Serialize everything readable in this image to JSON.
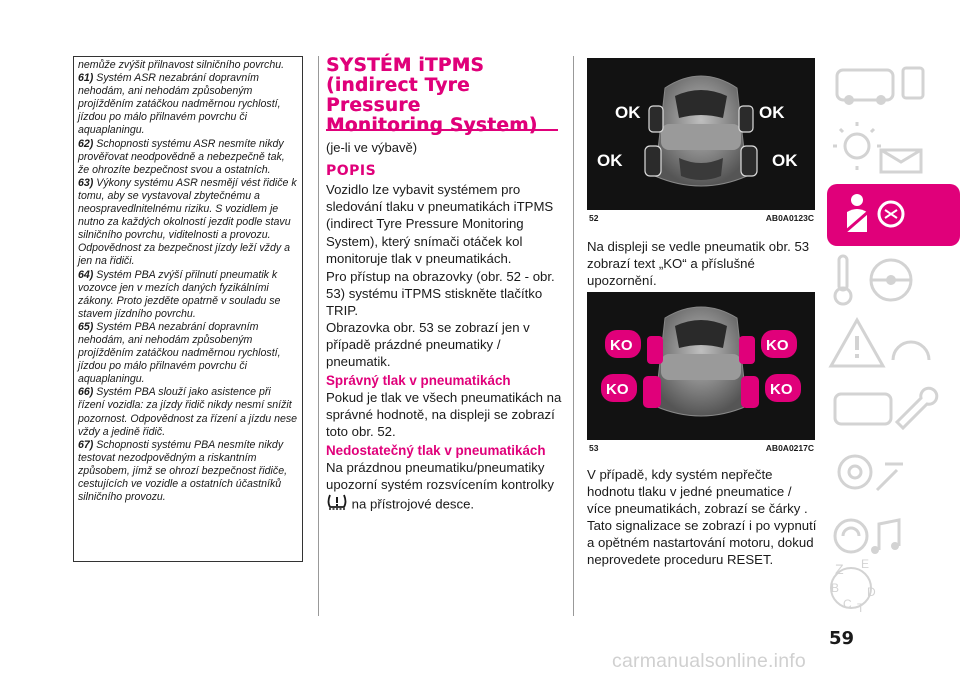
{
  "notes": [
    {
      "num": "",
      "text": "nemůže zvýšit přilnavost silničního povrchu."
    },
    {
      "num": "61)",
      "text": "Systém ASR nezabrání dopravním nehodám, ani nehodám způsobeným projížděním zatáčkou nadměrnou rychlostí, jízdou po málo přilnavém povrchu či aquaplaningu."
    },
    {
      "num": "62)",
      "text": "Schopnosti systému ASR nesmíte nikdy prověřovat neodpovědně a nebezpečně tak, že ohrozíte bezpečnost svou a ostatních."
    },
    {
      "num": "63)",
      "text": "Výkony systému ASR nesmějí vést řidiče k tomu, aby se vystavoval zbytečnému a neospravedlnitelnému riziku. S vozidlem je nutno za každých okolností jezdit podle stavu silničního povrchu, viditelnosti a provozu. Odpovědnost za bezpečnost jízdy leží vždy a jen na řidiči."
    },
    {
      "num": "64)",
      "text": "Systém PBA zvýší přilnutí pneumatik k vozovce jen v mezích daných fyzikálními zákony. Proto jezděte opatrně v souladu se stavem jízdního povrchu."
    },
    {
      "num": "65)",
      "text": "Systém PBA nezabrání dopravním nehodám, ani nehodám způsobeným projížděním zatáčkou nadměrnou rychlostí, jízdou po málo přilnavém povrchu či aquaplaningu."
    },
    {
      "num": "66)",
      "text": "Systém PBA slouží jako asistence při řízení vozidla: za jízdy řidič nikdy nesmí snížit pozornost. Odpovědnost za řízení a jízdu nese vždy a jedině řidič."
    },
    {
      "num": "67)",
      "text": "Schopnosti systému PBA nesmíte nikdy testovat nezodpovědným a riskantním způsobem, jímž se ohrozí bezpečnost řidiče, cestujících ve vozidle a ostatních účastníků silničního provozu."
    }
  ],
  "section": {
    "title_lines": [
      "SYSTÉM iTPMS",
      "(indirect Tyre",
      "Pressure",
      "Monitoring System)"
    ],
    "subtitle": "(je-li ve výbavě)",
    "heading_popis": "POPIS",
    "para1": "Vozidlo lze vybavit systémem pro sledování tlaku v pneumatikách iTPMS (indirect Tyre Pressure Monitoring System), který snímači otáček kol monitoruje tlak v pneumatikách.",
    "para2": "Pro přístup na obrazovky (obr. 52 - obr. 53) systému iTPMS stiskněte tlačítko TRIP.",
    "para3": "Obrazovka obr. 53 se zobrazí jen v případě prázdné pneumatiky / pneumatik.",
    "heading_correct": "Správný tlak v pneumatikách",
    "para4": "Pokud je tlak ve všech pneumatikách na správné hodnotě, na displeji se zobrazí toto obr. 52.",
    "heading_low": "Nedostatečný tlak v pneumatikách",
    "para5": "Na prázdnou pneumatiku/pneumatiky upozorní systém rozsvícením kontrolky",
    "para5_end": "na přístrojové desce."
  },
  "figures": [
    {
      "num": "52",
      "code": "AB0A0123C",
      "label": "OK",
      "accent": "#ffffff"
    },
    {
      "num": "53",
      "code": "AB0A0217C",
      "label": "KO",
      "accent": "#e0007a"
    }
  ],
  "right_text": {
    "para1": "Na displeji se vedle pneumatik obr. 53 zobrazí text „KO“ a příslušné upozornění.",
    "para2": "V případě, kdy systém nepřečte hodnotu tlaku v jedné pneumatice / více pneumatikách, zobrazí se čárky .",
    "para3": "Tato signalizace se zobrazí i po vypnutí a opětném nastartování motoru, dokud neprovedete proceduru RESET."
  },
  "sidebar": {
    "icons": [
      "car-info-icon",
      "warning-lights-icon",
      "seatbelt-airbag-icon",
      "steering-key-icon",
      "emergency-icon",
      "maintenance-icon",
      "technical-data-icon",
      "multimedia-icon",
      "index-icon"
    ],
    "active_color": "#e0007a",
    "inactive_color": "#d3d3d3"
  },
  "page_number": "59",
  "watermark": "carmanualsonline.info"
}
